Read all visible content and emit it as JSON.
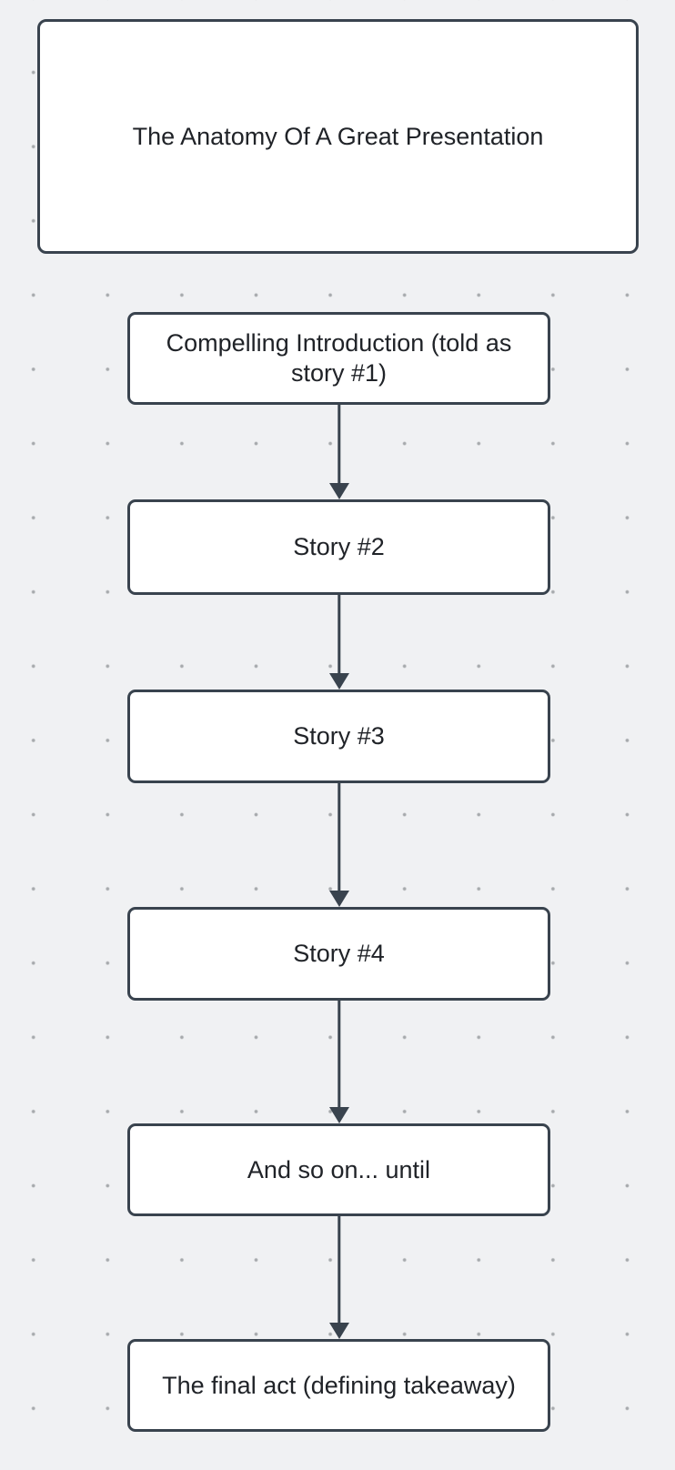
{
  "colors": {
    "canvas_background": "#f0f1f3",
    "grid_dot": "#a6a9ac",
    "node_fill": "#ffffff",
    "node_stroke": "#39434e",
    "connector": "#39434e",
    "text": "#202328"
  },
  "nodes": [
    {
      "id": "title",
      "label": "The Anatomy Of A Great Presentation"
    },
    {
      "id": "intro",
      "label": "Compelling Introduction (told as story #1)"
    },
    {
      "id": "story-2",
      "label": "Story #2"
    },
    {
      "id": "story-3",
      "label": "Story #3"
    },
    {
      "id": "story-4",
      "label": "Story #4"
    },
    {
      "id": "and-so-on",
      "label": "And so on... until"
    },
    {
      "id": "final-act",
      "label": "The final act (defining takeaway)"
    }
  ],
  "connectors": [
    {
      "from": "intro",
      "to": "story-2"
    },
    {
      "from": "story-2",
      "to": "story-3"
    },
    {
      "from": "story-3",
      "to": "story-4"
    },
    {
      "from": "story-4",
      "to": "and-so-on"
    },
    {
      "from": "and-so-on",
      "to": "final-act"
    }
  ]
}
